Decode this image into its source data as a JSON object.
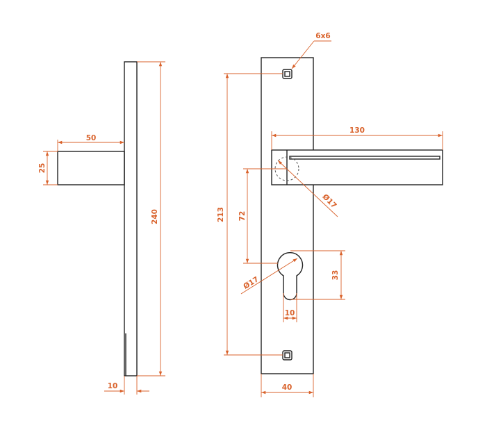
{
  "colors": {
    "outline": "#222222",
    "dimension": "#d9622b",
    "background": "#ffffff"
  },
  "side_view": {
    "dimensions": {
      "plate_height": "240",
      "plate_thickness": "10",
      "handle_length": "50",
      "handle_height": "25"
    }
  },
  "front_view": {
    "dimensions": {
      "screw_hole": "6x6",
      "handle_length": "130",
      "hole_spacing": "213",
      "spindle_to_cylinder": "72",
      "spindle_diameter": "Ø17",
      "cylinder_diameter": "Ø17",
      "cylinder_height": "33",
      "cylinder_width": "10",
      "plate_width": "40"
    }
  }
}
